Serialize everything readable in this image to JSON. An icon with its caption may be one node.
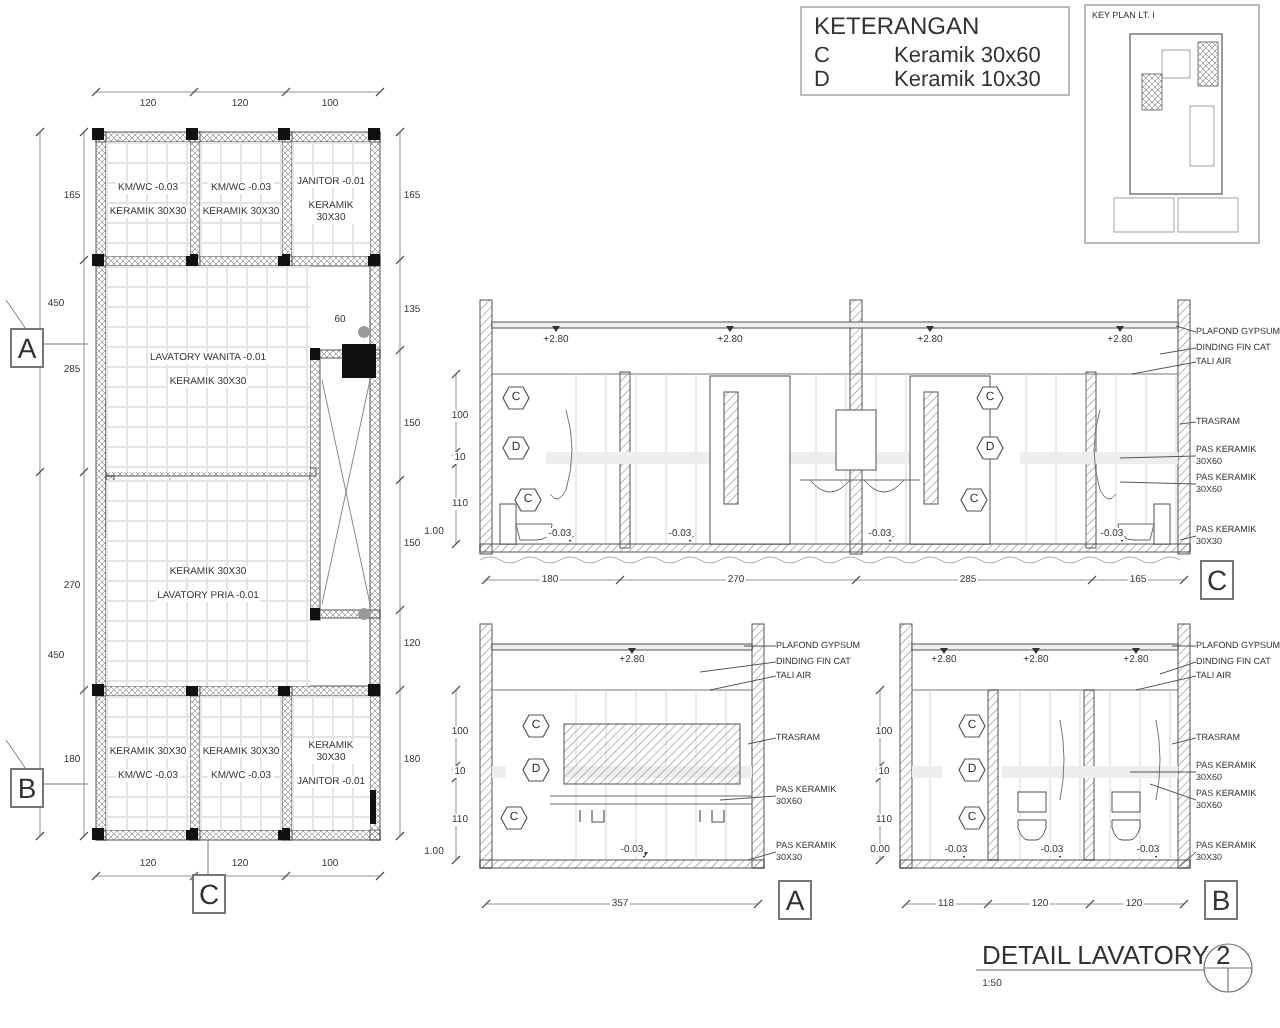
{
  "diagram": {
    "title": "DETAIL LAVATORY 2",
    "nodes": [
      {
        "text": [
          "KM/WC -0.03",
          "KERAMIK 30X30"
        ]
      },
      {
        "text": [
          "KM/WC -0.03",
          "KERAMIK 30X30"
        ]
      },
      {
        "text": [
          "JANITOR -0.01",
          "KERAMIK 30X30"
        ]
      },
      {
        "text": [
          "LAVATORY WANITA -0.01",
          "KERAMIK 30X30"
        ]
      },
      {
        "text": [
          "KERAMIK 30X30",
          "LAVATORY PRIA -0.01"
        ]
      },
      {
        "text": [
          "KERAMIK 30X30",
          "KM/WC -0.03"
        ]
      },
      {
        "text": [
          "KERAMIK 30X30",
          "KM/WC -0.03"
        ]
      },
      {
        "text": [
          "KERAMIK 30X30",
          "JANITOR -0.01"
        ]
      },
      {
        "text": [
          "A"
        ]
      },
      {
        "text": [
          "B"
        ]
      },
      {
        "text": [
          "C"
        ]
      },
      {
        "text": [
          "KETERANGAN",
          "C",
          "Keramik 30x60",
          "D",
          "Keramik 10x30"
        ]
      },
      {
        "text": [
          "KEY PLAN LT. I"
        ]
      },
      {
        "text": [
          "C"
        ]
      },
      {
        "text": [
          "D"
        ]
      },
      {
        "text": [
          "C"
        ]
      },
      {
        "text": [
          "C"
        ]
      },
      {
        "text": [
          "D"
        ]
      },
      {
        "text": [
          "C"
        ]
      },
      {
        "text": [
          "PLAFOND GYPSUM"
        ]
      },
      {
        "text": [
          "DINDING FIN CAT"
        ]
      },
      {
        "text": [
          "TALI AIR"
        ]
      },
      {
        "text": [
          "TRASRAM"
        ]
      },
      {
        "text": [
          "PAS KERAMIK 30X60"
        ]
      },
      {
        "text": [
          "PAS KERAMIK 30X60"
        ]
      },
      {
        "text": [
          "PAS KERAMIK 30X30"
        ]
      },
      {
        "text": [
          "C"
        ]
      },
      {
        "text": [
          "C"
        ]
      },
      {
        "text": [
          "D"
        ]
      },
      {
        "text": [
          "C"
        ]
      },
      {
        "text": [
          "PLAFOND GYPSUM"
        ]
      },
      {
        "text": [
          "DINDING FIN CAT"
        ]
      },
      {
        "text": [
          "TALI AIR"
        ]
      },
      {
        "text": [
          "TRASRAM"
        ]
      },
      {
        "text": [
          "PAS KERAMIK 30X60"
        ]
      },
      {
        "text": [
          "PAS KERAMIK 30X30"
        ]
      },
      {
        "text": [
          "A"
        ]
      },
      {
        "text": [
          "C"
        ]
      },
      {
        "text": [
          "D"
        ]
      },
      {
        "text": [
          "C"
        ]
      },
      {
        "text": [
          "PLAFOND GYPSUM"
        ]
      },
      {
        "text": [
          "DINDING FIN CAT"
        ]
      },
      {
        "text": [
          "TALI AIR"
        ]
      },
      {
        "text": [
          "TRASRAM"
        ]
      },
      {
        "text": [
          "PAS KERAMIK 30X60"
        ]
      },
      {
        "text": [
          "PAS KERAMIK 30X60"
        ]
      },
      {
        "text": [
          "PAS KERAMIK 30X30"
        ]
      },
      {
        "text": [
          "B"
        ]
      }
    ],
    "edges": [
      {
        "from": 19,
        "to": null,
        "arrow": "none"
      },
      {
        "from": 20,
        "to": null,
        "arrow": "none"
      },
      {
        "from": 21,
        "to": null,
        "arrow": "none"
      },
      {
        "from": 22,
        "to": null,
        "arrow": "none"
      },
      {
        "from": 23,
        "to": null,
        "arrow": "none"
      },
      {
        "from": 24,
        "to": null,
        "arrow": "none"
      },
      {
        "from": 25,
        "to": null,
        "arrow": "none"
      },
      {
        "from": 30,
        "to": null,
        "arrow": "none"
      },
      {
        "from": 31,
        "to": null,
        "arrow": "none"
      },
      {
        "from": 32,
        "to": null,
        "arrow": "none"
      },
      {
        "from": 33,
        "to": null,
        "arrow": "none"
      },
      {
        "from": 34,
        "to": null,
        "arrow": "none"
      },
      {
        "from": 35,
        "to": null,
        "arrow": "none"
      },
      {
        "from": 40,
        "to": null,
        "arrow": "none"
      },
      {
        "from": 41,
        "to": null,
        "arrow": "none"
      },
      {
        "from": 42,
        "to": null,
        "arrow": "none"
      },
      {
        "from": 43,
        "to": null,
        "arrow": "none"
      },
      {
        "from": 44,
        "to": null,
        "arrow": "none"
      },
      {
        "from": 45,
        "to": null,
        "arrow": "none"
      },
      {
        "from": 46,
        "to": null,
        "arrow": "none"
      }
    ],
    "labels": [
      "120",
      "120",
      "100",
      "165",
      "165",
      "450",
      "135",
      "60",
      "285",
      "150",
      "150",
      "1.00",
      "270",
      "120",
      "450",
      "180",
      "180",
      "120",
      "120",
      "100",
      "1.00",
      "+2.80",
      "+2.80",
      "+2.80",
      "+2.80",
      "100",
      "10",
      "110",
      "-0.03",
      "-0.03",
      "-0.03",
      "-0.03",
      "180",
      "270",
      "285",
      "165",
      "+2.80",
      "100",
      "10",
      "110",
      "-0.03",
      "357",
      "+2.80",
      "+2.80",
      "+2.80",
      "100",
      "10",
      "110",
      "0.00",
      "-0.03",
      "-0.03",
      "-0.03",
      "118",
      "120",
      "120",
      "1:50"
    ]
  }
}
